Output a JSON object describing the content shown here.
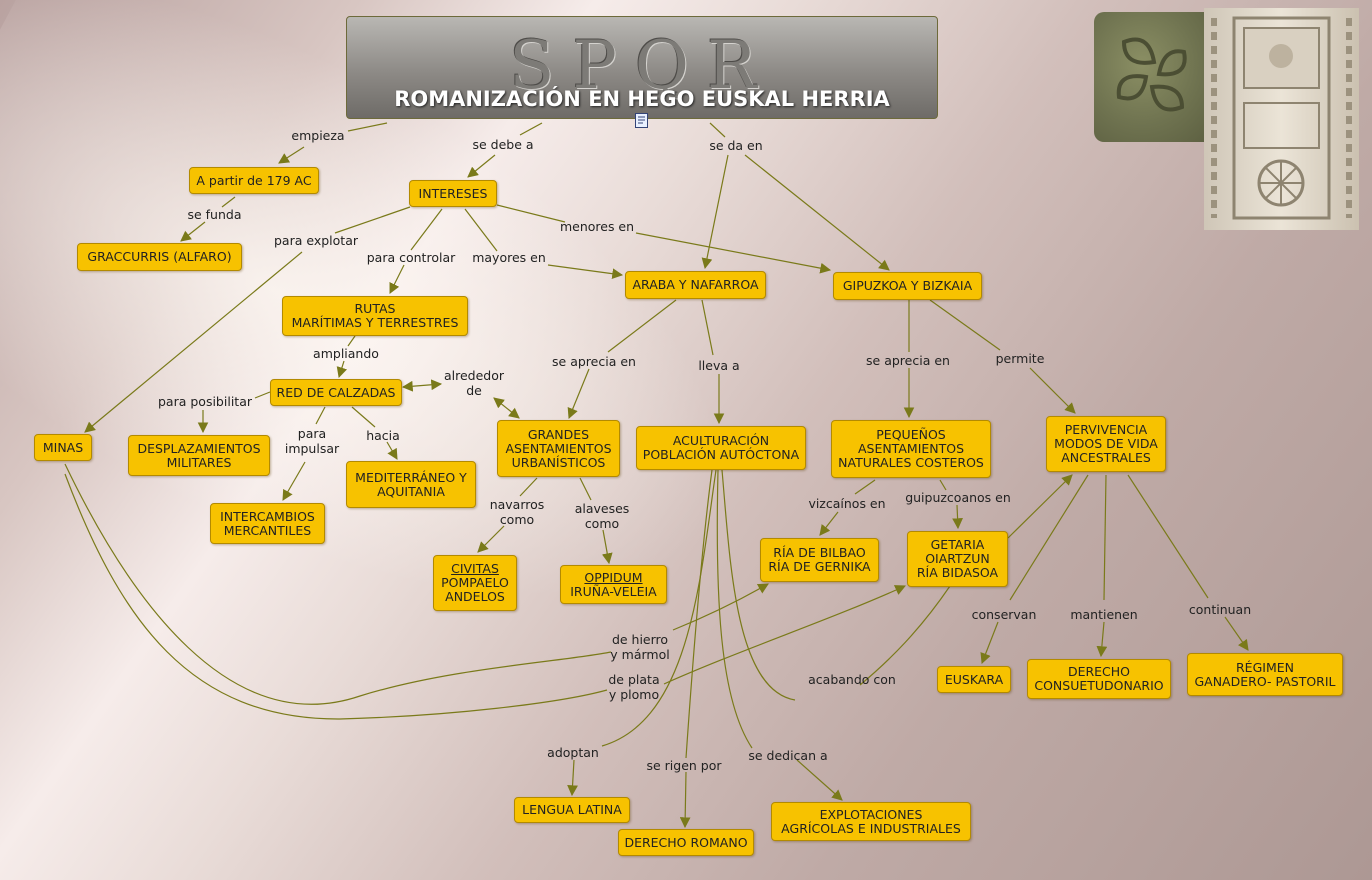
{
  "header": {
    "logo_text": "SPQR",
    "title": "ROMANIZACIÓN EN HEGO EUSKAL HERRIA"
  },
  "images": {
    "stone_left": "carved green stone with lauburu symbol",
    "stone_right": "carved funerary stele"
  },
  "nodes": {
    "a_partir": "A partir de 179 AC",
    "graccurris": "GRACCURRIS (ALFARO)",
    "intereses": "INTERESES",
    "rutas": "RUTAS\nMARÍTIMAS Y TERRESTRES",
    "red_calzadas": "RED DE CALZADAS",
    "minas": "MINAS",
    "desplazamientos": "DESPLAZAMIENTOS\nMILITARES",
    "intercambios": "INTERCAMBIOS\nMERCANTILES",
    "mediterraneo": "MEDITERRÁNEO Y\nAQUITANIA",
    "grandes": "GRANDES\nASENTAMIENTOS\nURBANÍSTICOS",
    "civitas_title": "CIVITAS",
    "civitas_body": "POMPAELO\nANDELOS",
    "oppidum_title": "OPPIDUM",
    "oppidum_body": "IRUÑA-VELEIA",
    "araba": "ARABA Y NAFARROA",
    "aculturacion": "ACULTURACIÓN\nPOBLACIÓN AUTÓCTONA",
    "gipuzkoa": "GIPUZKOA Y BIZKAIA",
    "pequenos": "PEQUEÑOS\nASENTAMIENTOS\nNATURALES COSTEROS",
    "ria": "RÍA DE BILBAO\nRÍA DE GERNIKA",
    "getaria": "GETARIA\nOIARTZUN\nRÍA BIDASOA",
    "pervivencia": "PERVIVENCIA\nMODOS DE VIDA\nANCESTRALES",
    "euskara": "EUSKARA",
    "derecho_consuetudinario": "DERECHO\nCONSUETUDONARIO",
    "regimen": "RÉGIMEN\nGANADERO- PASTORIL",
    "lengua": "LENGUA LATINA",
    "derecho_romano": "DERECHO ROMANO",
    "explotaciones": "EXPLOTACIONES\nAGRÍCOLAS E INDUSTRIALES"
  },
  "links": {
    "empieza": "empieza",
    "se_debe_a": "se debe a",
    "se_da_en": "se da en",
    "se_funda": "se funda",
    "para_explotar": "para explotar",
    "para_controlar": "para controlar",
    "mayores_en": "mayores en",
    "menores_en": "menores en",
    "ampliando": "ampliando",
    "para_posibilitar": "para posibilitar",
    "alrededor_de": "alrededor\nde",
    "para_impulsar": "para\nimpulsar",
    "hacia": "hacia",
    "navarros_como": "navarros\ncomo",
    "alaveses_como": "alaveses\ncomo",
    "se_aprecia_en_1": "se aprecia en",
    "lleva_a": "lleva a",
    "se_aprecia_en_2": "se aprecia en",
    "permite": "permite",
    "vizcainos_en": "vizcaínos en",
    "guipuzcoanos_en": "guipuzcoanos en",
    "de_hierro": "de hierro\ny mármol",
    "de_plata": "de plata\ny plomo",
    "acabando_con": "acabando con",
    "conservan": "conservan",
    "mantienen": "mantienen",
    "continuan": "continuan",
    "adoptan": "adoptan",
    "se_rigen_por": "se rigen por",
    "se_dedican_a": "se dedican a"
  },
  "colors": {
    "node_fill": "#f7c200",
    "node_border": "#b38a00",
    "link": "#7a7a1a"
  }
}
